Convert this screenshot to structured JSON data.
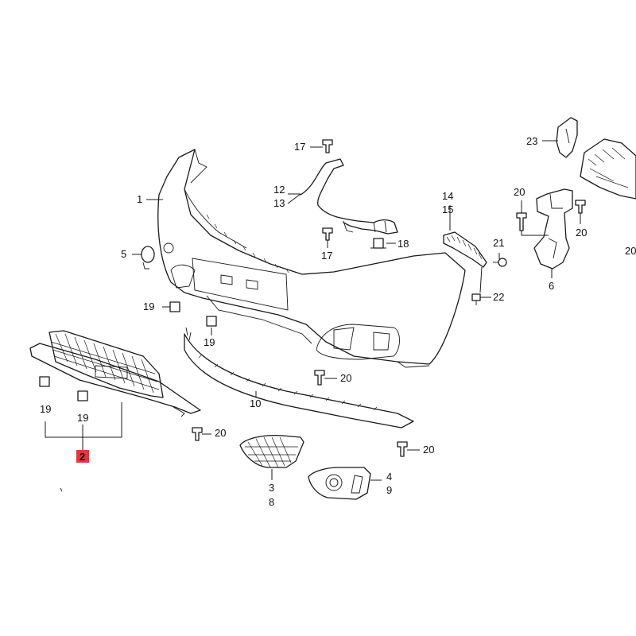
{
  "callouts": {
    "c1": "1",
    "c2": "2",
    "c3": "3",
    "c4": "4",
    "c5": "5",
    "c6": "6",
    "c8": "8",
    "c9": "9",
    "c10": "10",
    "c12": "12",
    "c13": "13",
    "c14": "14",
    "c15": "15",
    "c17a": "17",
    "c17b": "17",
    "c18": "18",
    "c19a": "19",
    "c19b": "19",
    "c19c": "19",
    "c19d": "19",
    "c20a": "20",
    "c20b": "20",
    "c20c": "20",
    "c20d": "20",
    "c20e": "20",
    "c20f": "20",
    "c21": "21",
    "c22": "22",
    "c23": "23"
  },
  "highlight": {
    "color": "#e8343c",
    "callout": "2"
  }
}
